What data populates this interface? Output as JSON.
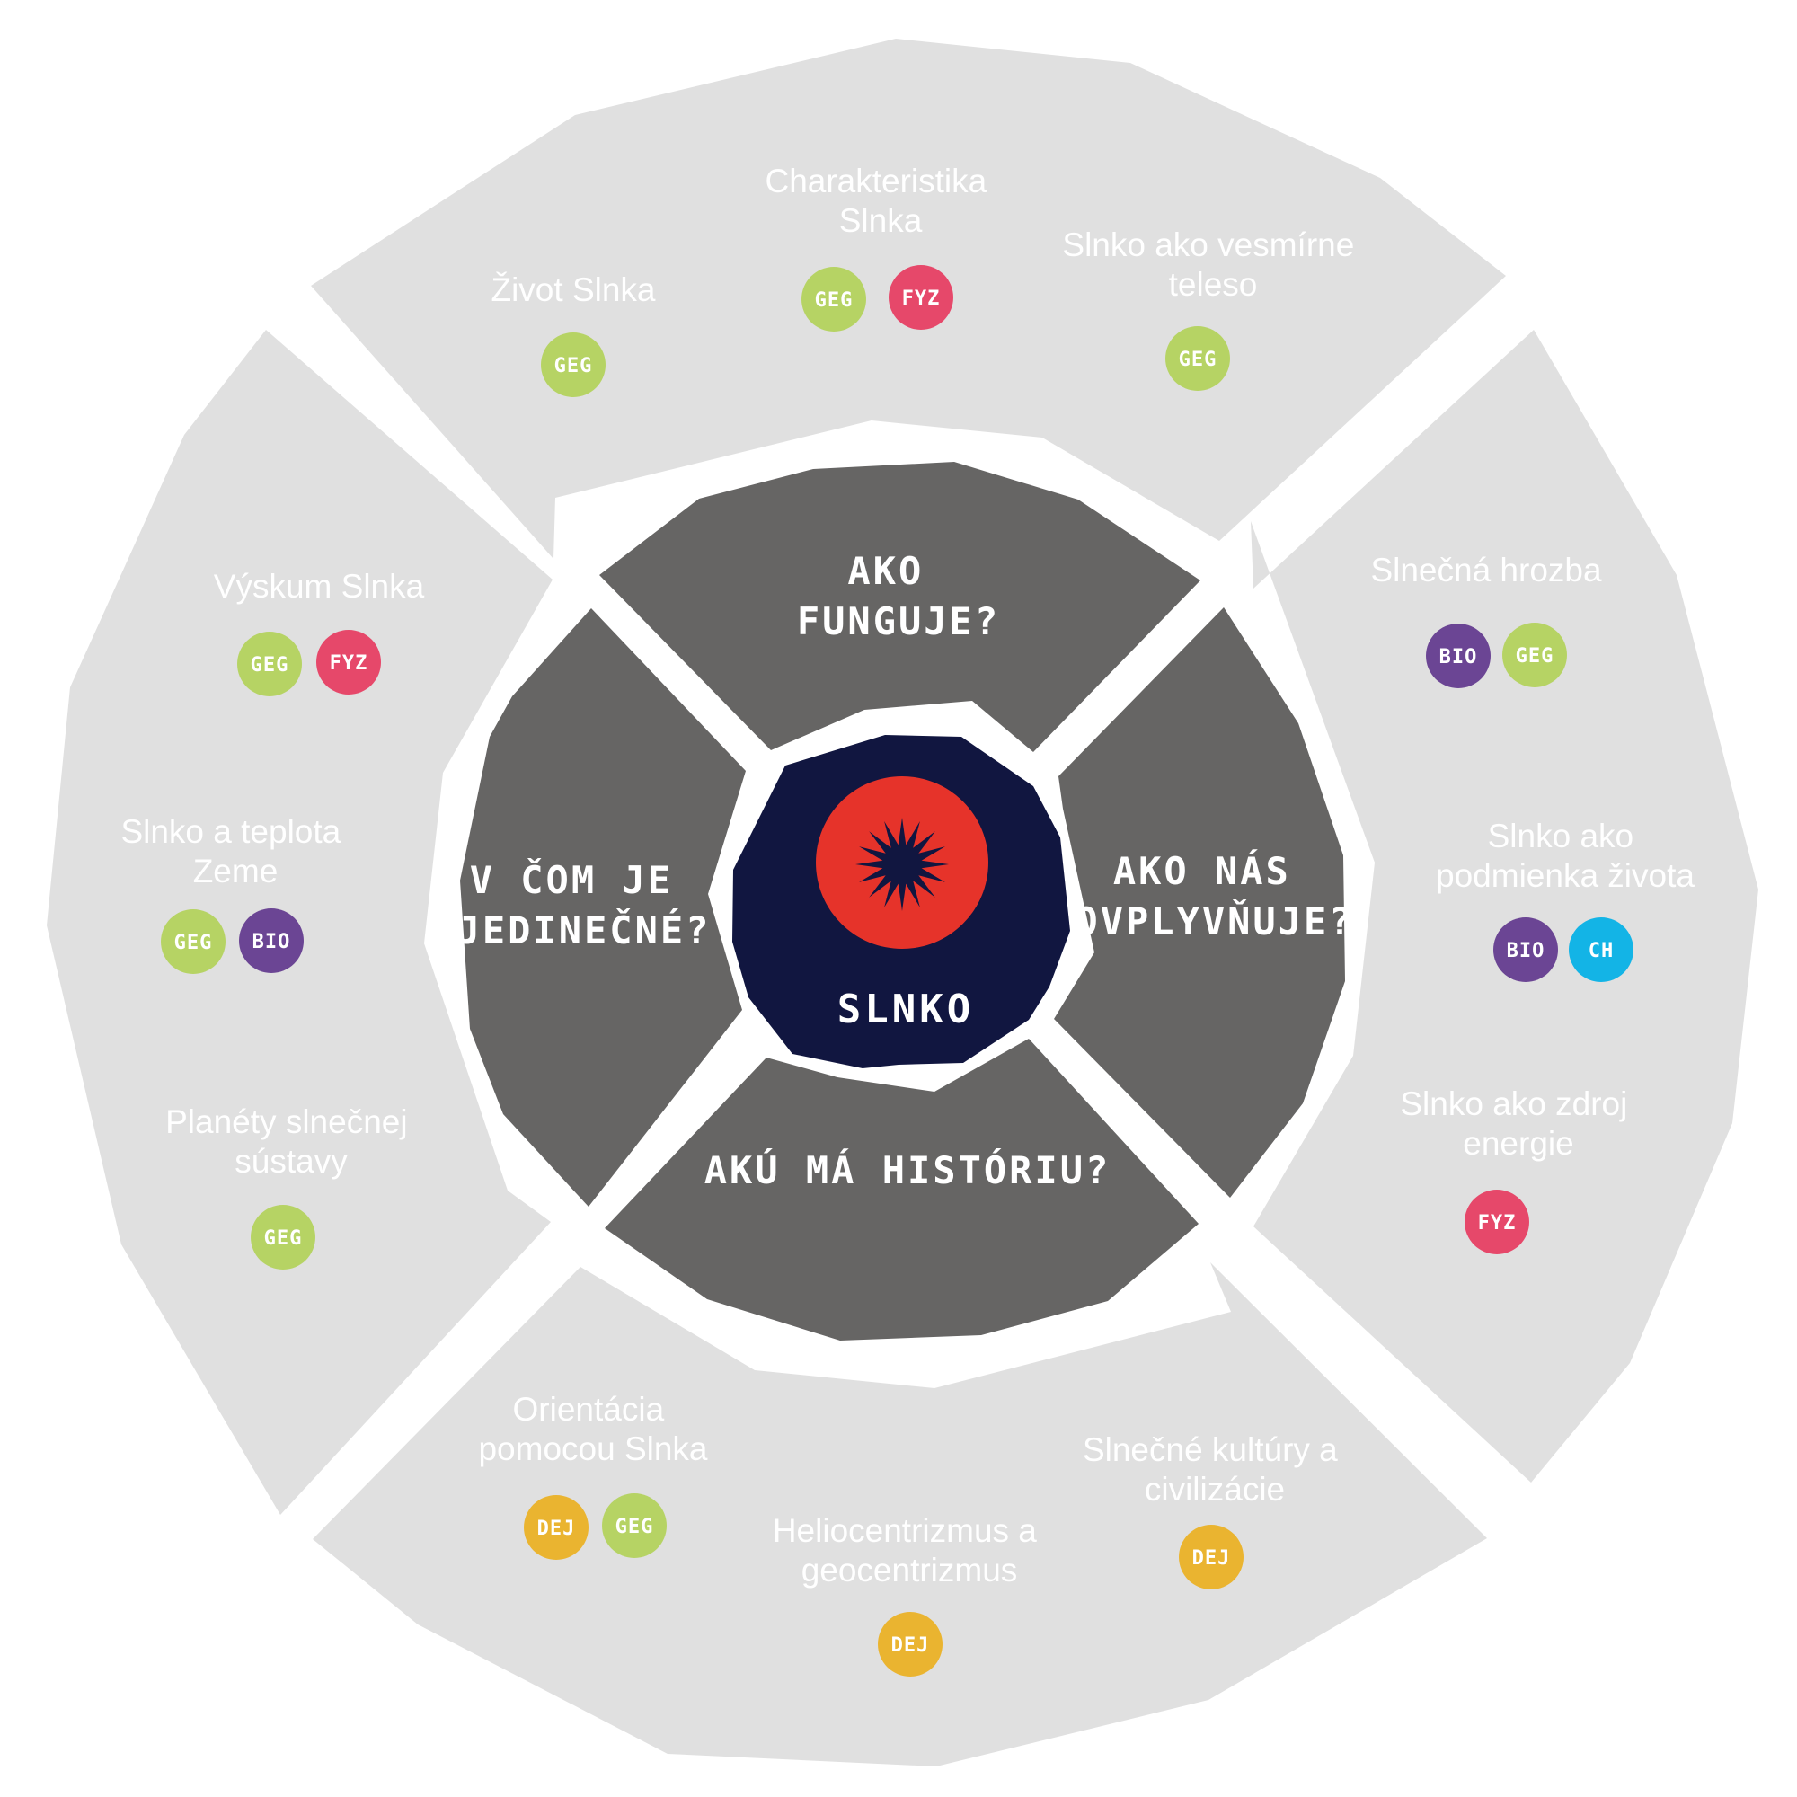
{
  "center": {
    "label": "SLNKO"
  },
  "colors": {
    "outer_segment": "#e0e0e0",
    "inner_segment": "#666564",
    "core": "#111640",
    "sun": "#e6332a",
    "GEG": "#b6d364",
    "FYZ": "#e6486a",
    "BIO": "#6b4594",
    "CH": "#13b4e6",
    "DEJ": "#eab430"
  },
  "questions": {
    "top": [
      "AKO",
      "FUNGUJE?"
    ],
    "right": [
      "AKO NÁS",
      "OVPLYVŇUJE?"
    ],
    "bottom": [
      "AKÚ MÁ HISTÓRIU?"
    ],
    "left": [
      "V ČOM JE",
      "JEDINEČNÉ?"
    ]
  },
  "topics": [
    {
      "id": "zivot-slnka",
      "lines": [
        "Život Slnka"
      ],
      "badges": [
        "GEG"
      ]
    },
    {
      "id": "charakteristika-slnka",
      "lines": [
        "Charakteristika",
        "Slnka"
      ],
      "badges": [
        "GEG",
        "FYZ"
      ]
    },
    {
      "id": "vesmirne-teleso",
      "lines": [
        "Slnko ako vesmírne",
        "teleso"
      ],
      "badges": [
        "GEG"
      ]
    },
    {
      "id": "slnecna-hrozba",
      "lines": [
        "Slnečná hrozba"
      ],
      "badges": [
        "BIO",
        "GEG"
      ]
    },
    {
      "id": "podmienka-zivota",
      "lines": [
        "Slnko ako",
        "podmienka života"
      ],
      "badges": [
        "BIO",
        "CH"
      ]
    },
    {
      "id": "zdroj-energie",
      "lines": [
        "Slnko ako zdroj",
        "energie"
      ],
      "badges": [
        "FYZ"
      ]
    },
    {
      "id": "slnecne-kultury",
      "lines": [
        "Slnečné kultúry a",
        "civilizácie"
      ],
      "badges": [
        "DEJ"
      ]
    },
    {
      "id": "heliocentrizmus",
      "lines": [
        "Heliocentrizmus a",
        "geocentrizmus"
      ],
      "badges": [
        "DEJ"
      ]
    },
    {
      "id": "orientacia",
      "lines": [
        "Orientácia",
        "pomocou Slnka"
      ],
      "badges": [
        "DEJ",
        "GEG"
      ]
    },
    {
      "id": "planety",
      "lines": [
        "Planéty slnečnej",
        "sústavy"
      ],
      "badges": [
        "GEG"
      ]
    },
    {
      "id": "teplota-zeme",
      "lines": [
        "Slnko a teplota",
        "Zeme"
      ],
      "badges": [
        "GEG",
        "BIO"
      ]
    },
    {
      "id": "vyskum-slnka",
      "lines": [
        "Výskum Slnka"
      ],
      "badges": [
        "GEG",
        "FYZ"
      ]
    }
  ]
}
